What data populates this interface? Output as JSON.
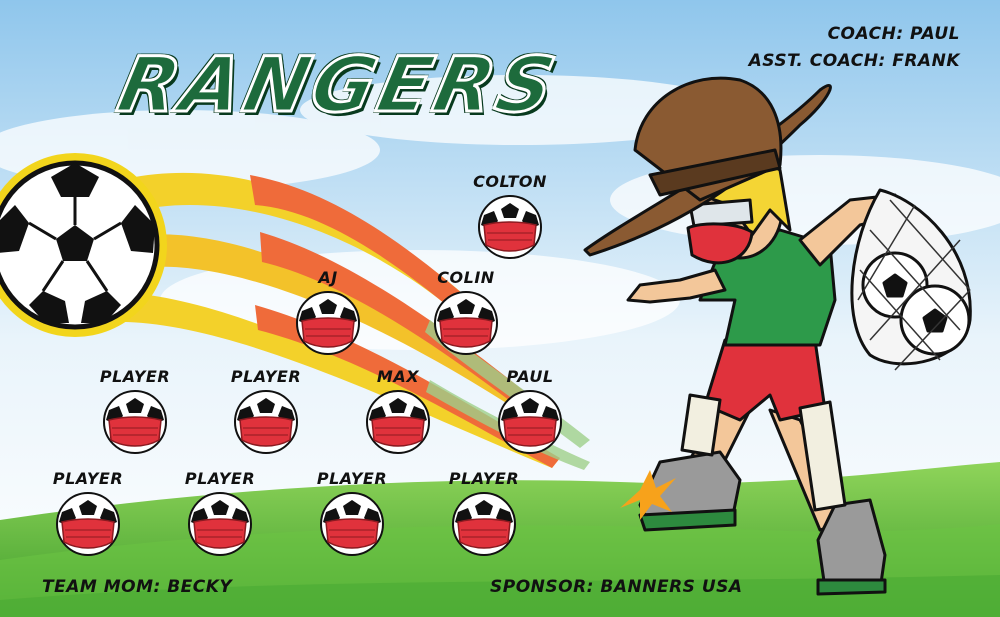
{
  "team": {
    "name": "RANGERS"
  },
  "staff": {
    "coach": "COACH: PAUL",
    "assistant_coach": "ASST. COACH: FRANK",
    "team_mom": "TEAM MOM: BECKY",
    "sponsor": "SPONSOR: BANNERS USA"
  },
  "players": [
    {
      "name": "COLTON"
    },
    {
      "name": "AJ"
    },
    {
      "name": "COLIN"
    },
    {
      "name": "PLAYER"
    },
    {
      "name": "PLAYER"
    },
    {
      "name": "MAX"
    },
    {
      "name": "PAUL"
    },
    {
      "name": "PLAYER"
    },
    {
      "name": "PLAYER"
    },
    {
      "name": "PLAYER"
    },
    {
      "name": "PLAYER"
    }
  ],
  "colors": {
    "title_green": "#1d6b3c",
    "grass": "#5cb83a",
    "mask_red": "#e0323c",
    "sky": "#a9d3ee"
  },
  "icons": [
    "soccer-ball-icon",
    "face-mask-icon",
    "ranger-mascot-icon",
    "ball-net-icon"
  ]
}
